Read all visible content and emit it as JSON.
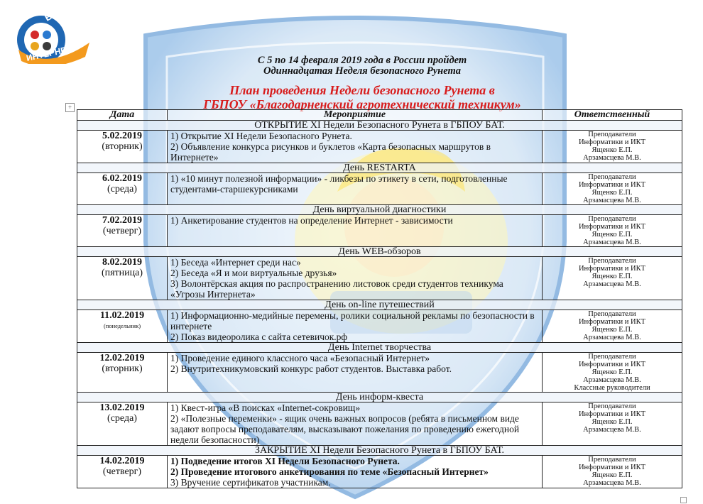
{
  "logo": {
    "text_top": "БЕЗОПАСНЫЙ",
    "text_bottom": "ИНТЕРНЕТ"
  },
  "heading": {
    "line1": "С 5 по 14 февраля 2019 года в России пройдет",
    "line2": "Одиннадцатая Неделя безопасного Рунета"
  },
  "plan_title": {
    "line1": "План проведения Недели безопасного Рунета в",
    "line2": "ГБПОУ «Благодарненский агротехнический техникум»"
  },
  "table": {
    "headers": [
      "Дата",
      "Мероприятие",
      "Ответственный"
    ],
    "rows": [
      {
        "section": "ОТКРЫТИЕ XI Недели Безопасного Рунета в ГБПОУ БАТ."
      },
      {
        "date": "5.02.2019",
        "weekday": "(вторник)",
        "events": [
          "1) Открытие XI Недели Безопасного Рунета.",
          "2) Объявление конкурса рисунков и буклетов «Карта безопасных маршрутов в Интернете»"
        ],
        "resp": [
          "Преподаватели",
          "Информатики и ИКТ",
          "Ященко Е.П.",
          "Арзамасцева М.В."
        ]
      },
      {
        "section": "День RESTARTA"
      },
      {
        "date": "6.02.2019",
        "weekday": "(среда)",
        "events": [
          "1) «10 минут полезной информации» - ликбезы по этикету в сети, подготовленные студентами-старшекурсниками"
        ],
        "resp": [
          "Преподаватели",
          "Информатики и ИКТ",
          "Ященко Е.П.",
          "Арзамасцева М.В."
        ]
      },
      {
        "section": "День виртуальной диагностики"
      },
      {
        "date": "7.02.2019",
        "weekday": "(четверг)",
        "events": [
          "1) Анкетирование студентов на определение Интернет - зависимости"
        ],
        "resp": [
          "Преподаватели",
          "Информатики и ИКТ",
          "Ященко Е.П.",
          "Арзамасцева М.В."
        ]
      },
      {
        "section": "День WEB-обзоров"
      },
      {
        "date": "8.02.2019",
        "weekday": "(пятница)",
        "events": [
          "1) Беседа «Интернет среди нас»",
          "2) Беседа «Я и мои виртуальные друзья»",
          "3) Волонтёрская акция по распространению листовок среди студентов техникума «Угрозы Интернета»"
        ],
        "resp": [
          "Преподаватели",
          "Информатики и ИКТ",
          "Ященко Е.П.",
          "Арзамасцева М.В."
        ]
      },
      {
        "section": "День on-line путешествий"
      },
      {
        "date": "11.02.2019",
        "weekday": "(понедельник)",
        "weekday_small": true,
        "events": [
          "1) Информационно-медийные перемены, ролики социальной рекламы по безопасности в интернете",
          "2) Показ видеоролика с сайта сетевичок.рф"
        ],
        "resp": [
          "Преподаватели",
          "Информатики и ИКТ",
          "Ященко Е.П.",
          "Арзамасцева М.В."
        ]
      },
      {
        "section": "День Internet творчества"
      },
      {
        "date": "12.02.2019",
        "weekday": "(вторник)",
        "events": [
          "1) Проведение единого классного часа «Безопасный Интернет»",
          "2) Внутритехникумовский конкурс работ студентов. Выставка работ."
        ],
        "resp": [
          "Преподаватели",
          "Информатики и ИКТ",
          "Ященко Е.П.",
          "Арзамасцева М.В.",
          "Классные руководители"
        ]
      },
      {
        "section": "День информ-квеста"
      },
      {
        "date": "13.02.2019",
        "weekday": "(среда)",
        "events": [
          "1) Квест-игра «В поисках «Internet-сокровищ»",
          "2) «Полезные переменки» - ящик очень важных вопросов (ребята в письменном виде задают вопросы преподавателям, высказывают пожелания по проведению ежегодной недели безопасности)"
        ],
        "resp": [
          "Преподаватели",
          "Информатики и ИКТ",
          "Ященко Е.П.",
          "Арзамасцева М.В."
        ]
      },
      {
        "section": "ЗАКРЫТИЕ XI Недели Безопасного Рунета в ГБПОУ БАТ."
      },
      {
        "date": "14.02.2019",
        "weekday": "(четверг)",
        "events": [
          "1) Подведение итогов XI Недели Безопасного Рунета.",
          "2) Проведение итогового анкетирования по теме «Безопасный Интернет»",
          "3) Вручение сертификатов участникам."
        ],
        "bold_events": [
          0,
          1
        ],
        "resp": [
          "Преподаватели",
          "Информатики и ИКТ",
          "Ященко Е.П.",
          "Арзамасцева М.В."
        ]
      }
    ]
  },
  "colors": {
    "title_red": "#d81c1c",
    "shield_blue": "#4d8fd0",
    "logo_blue": "#1f67b3",
    "logo_orange": "#f39a1e"
  }
}
